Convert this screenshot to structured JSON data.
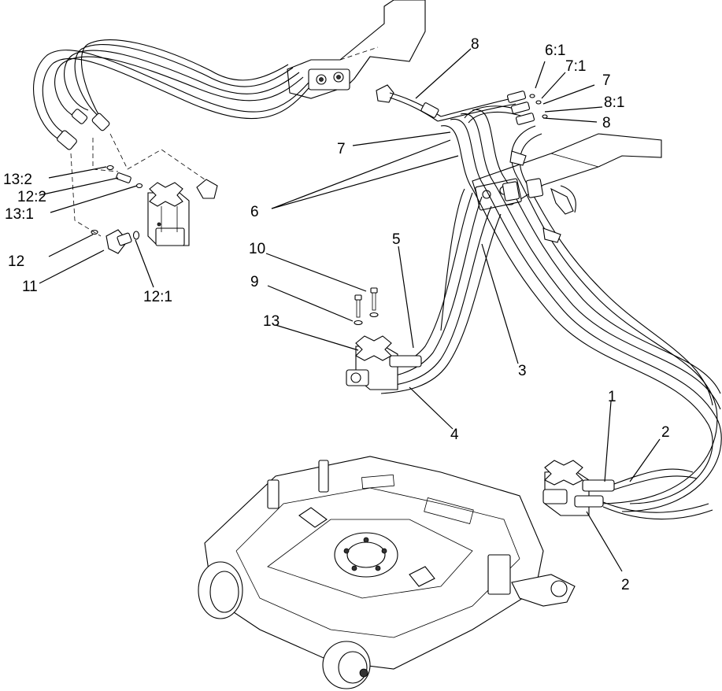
{
  "callouts": [
    {
      "id": "c1",
      "text": "1"
    },
    {
      "id": "c2a",
      "text": "2"
    },
    {
      "id": "c2b",
      "text": "2"
    },
    {
      "id": "c3",
      "text": "3"
    },
    {
      "id": "c4",
      "text": "4"
    },
    {
      "id": "c5",
      "text": "5"
    },
    {
      "id": "c6",
      "text": "6"
    },
    {
      "id": "c6_1",
      "text": "6:1"
    },
    {
      "id": "c7a",
      "text": "7"
    },
    {
      "id": "c7b",
      "text": "7"
    },
    {
      "id": "c7_1",
      "text": "7:1"
    },
    {
      "id": "c8a",
      "text": "8"
    },
    {
      "id": "c8b",
      "text": "8"
    },
    {
      "id": "c8_1",
      "text": "8:1"
    },
    {
      "id": "c9",
      "text": "9"
    },
    {
      "id": "c10",
      "text": "10"
    },
    {
      "id": "c11",
      "text": "11"
    },
    {
      "id": "c12",
      "text": "12"
    },
    {
      "id": "c12_1",
      "text": "12:1"
    },
    {
      "id": "c12_2",
      "text": "12:2"
    },
    {
      "id": "c13",
      "text": "13"
    },
    {
      "id": "c13_1",
      "text": "13:1"
    },
    {
      "id": "c13_2",
      "text": "13:2"
    }
  ],
  "icons": {
    "left_motor": "hydraulic-motor-icon",
    "center_motor": "hydraulic-motor-icon",
    "right_motor": "hydraulic-motor-icon",
    "bulkhead_top": "bulkhead-plate-icon",
    "bulkhead_right": "bulkhead-plate-icon",
    "deck": "mower-deck-icon"
  }
}
